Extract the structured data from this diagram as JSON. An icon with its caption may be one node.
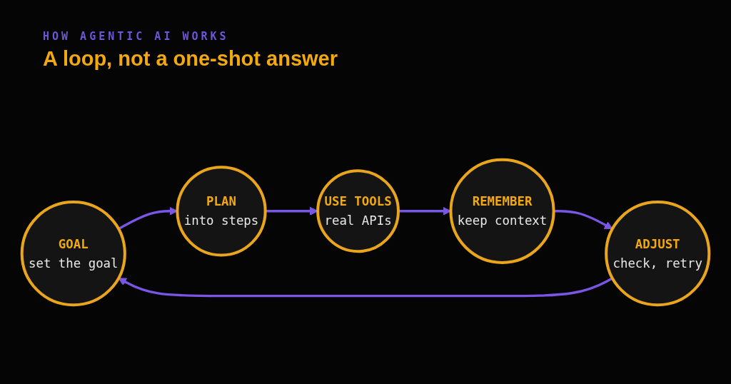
{
  "diagram": {
    "title": "A loop, not a one-shot answer",
    "nodes": [
      {
        "text": [
          "GOAL",
          "set the goal"
        ]
      },
      {
        "text": [
          "PLAN",
          "into steps"
        ]
      },
      {
        "text": [
          "USE TOOLS",
          "real APIs"
        ]
      },
      {
        "text": [
          "REMEMBER",
          "keep context"
        ]
      },
      {
        "text": [
          "ADJUST",
          "check, retry"
        ]
      }
    ],
    "edges": [
      {
        "from": 0,
        "to": 1,
        "arrow": "to"
      },
      {
        "from": 1,
        "to": 2,
        "arrow": "to"
      },
      {
        "from": 2,
        "to": 3,
        "arrow": "to"
      },
      {
        "from": 3,
        "to": 4,
        "arrow": "to"
      },
      {
        "from": 4,
        "to": 0,
        "arrow": "to"
      }
    ],
    "labels": [
      "HOW AGENTIC AI WORKS"
    ]
  }
}
